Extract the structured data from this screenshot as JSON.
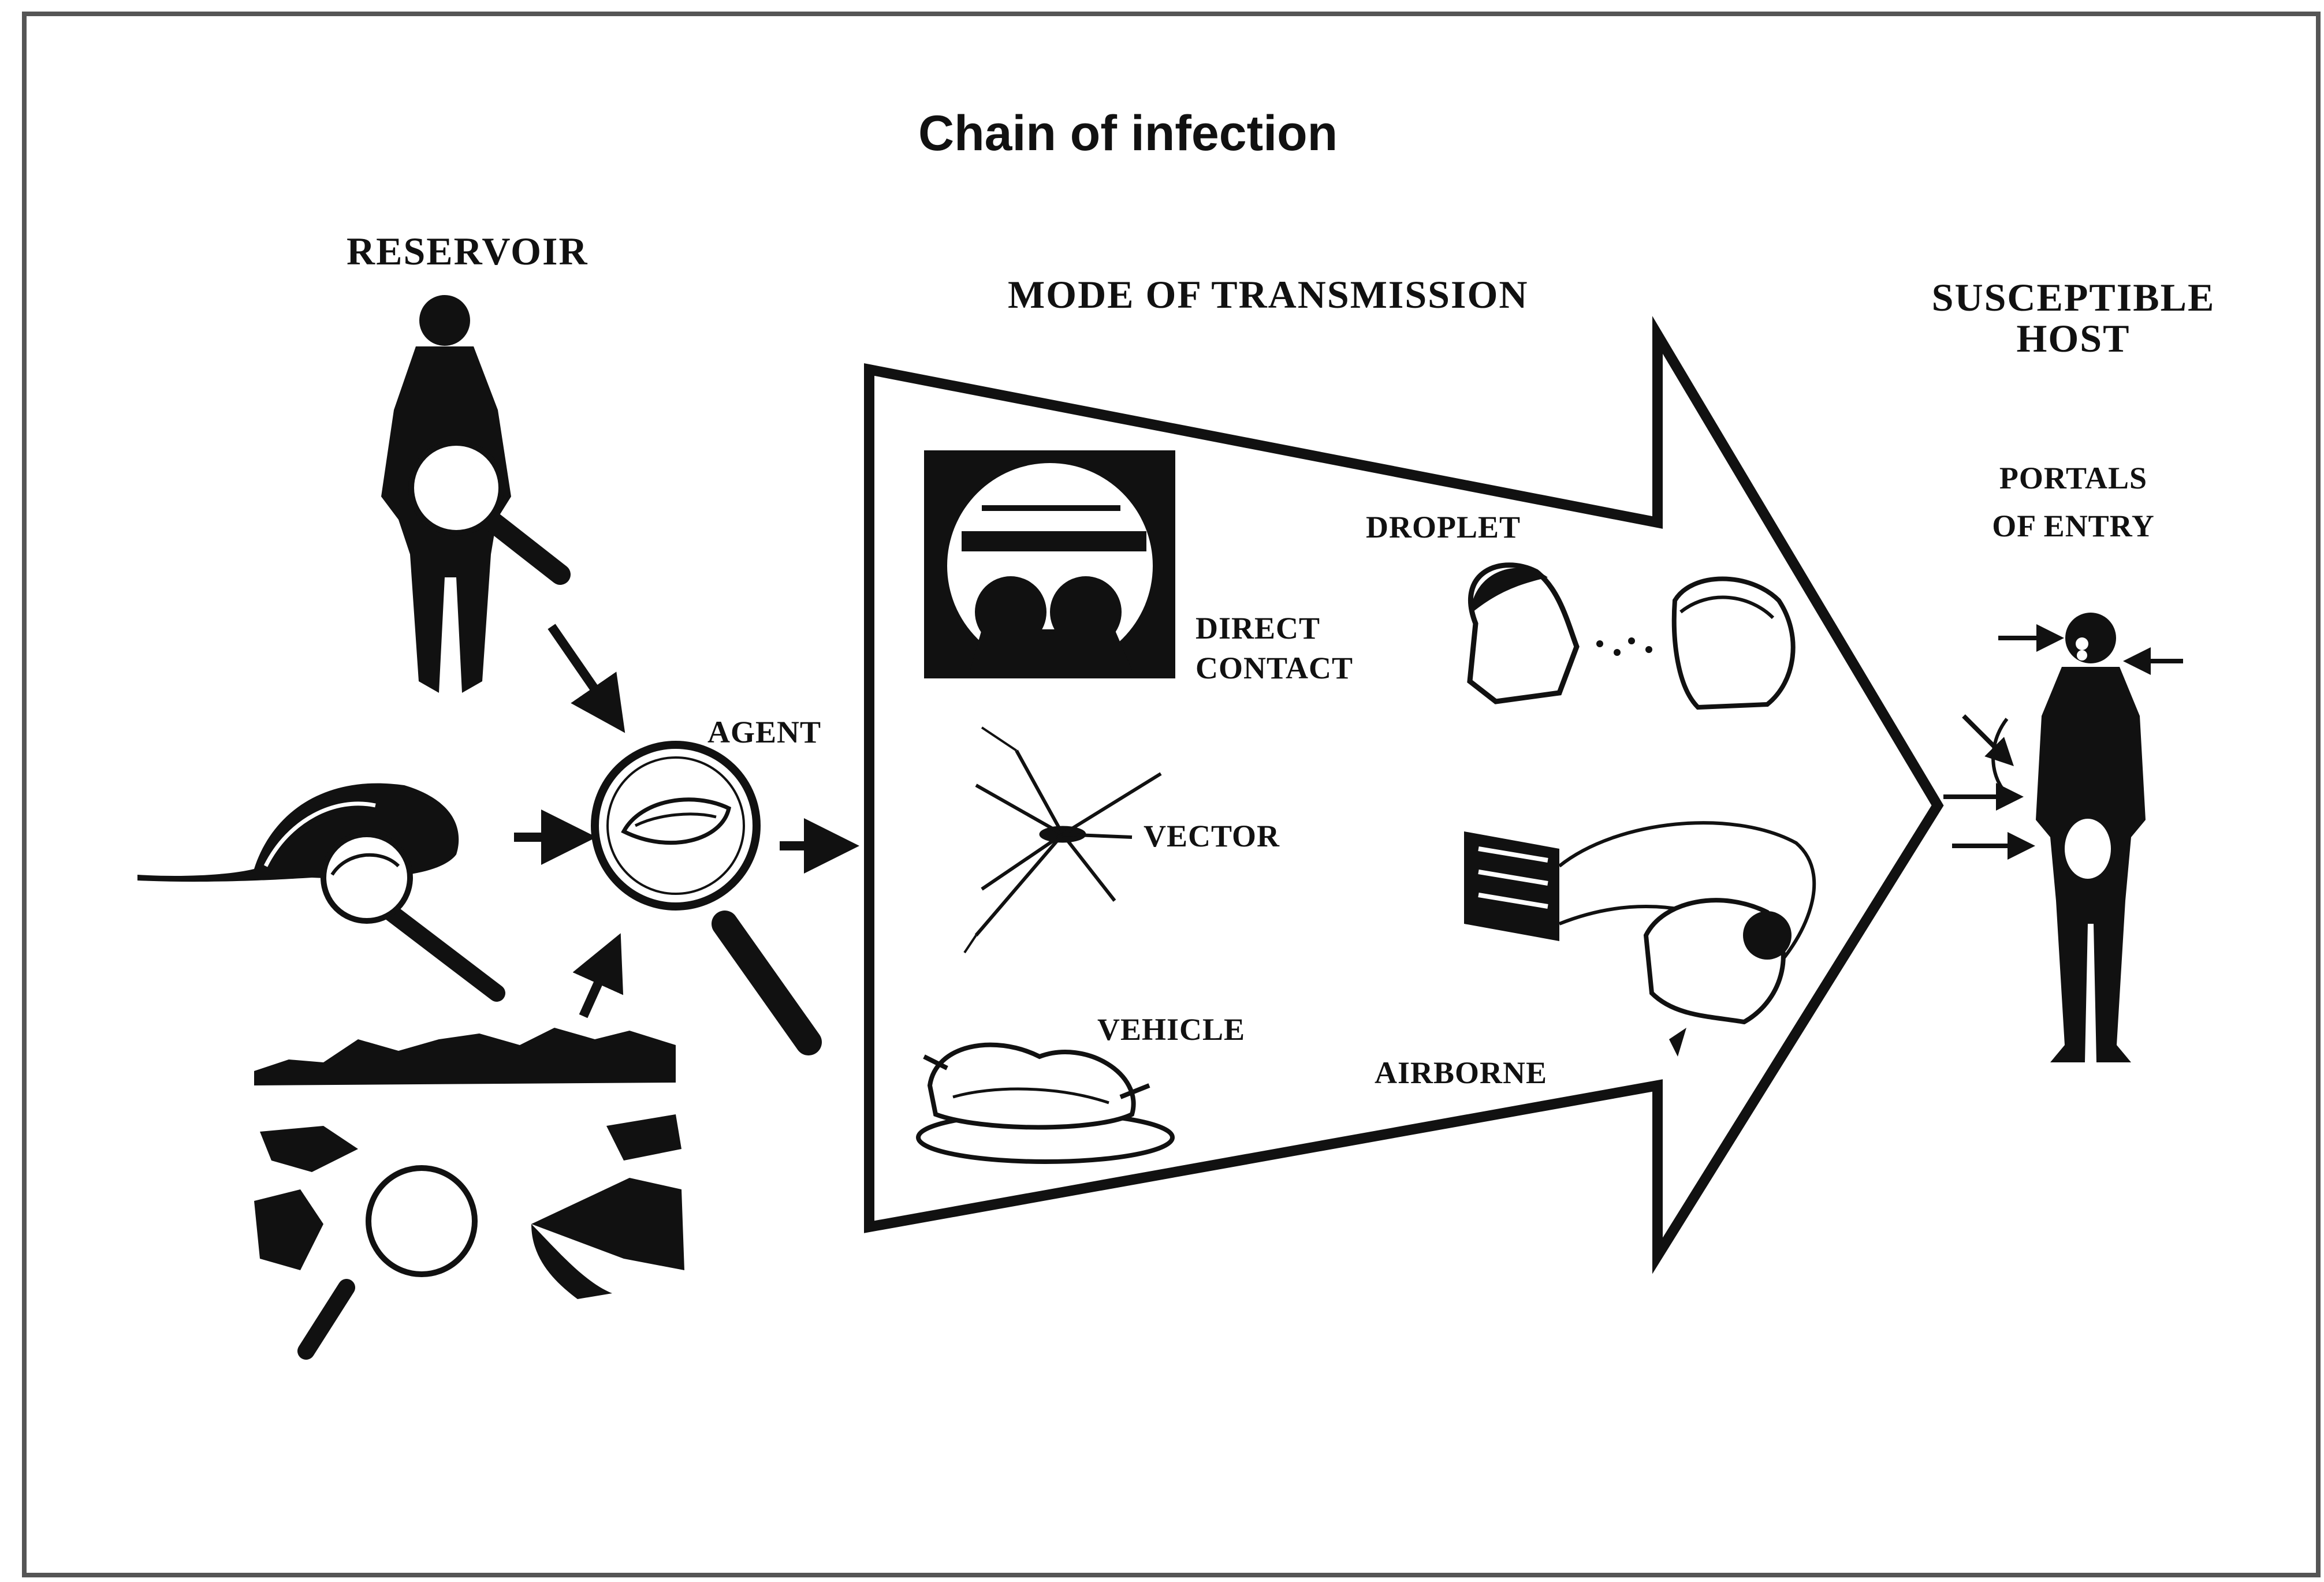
{
  "title": "Chain of infection",
  "labels": {
    "reservoir": "RESERVOIR",
    "agent": "AGENT",
    "mode_of_transmission": "MODE OF TRANSMISSION",
    "susceptible_host_line1": "SUSCEPTIBLE",
    "susceptible_host_line2": "HOST",
    "portals_line1": "PORTALS",
    "portals_line2": "OF ENTRY",
    "direct_line1": "DIRECT",
    "direct_line2": "CONTACT",
    "droplet": "DROPLET",
    "vector": "VECTOR",
    "vehicle": "VEHICLE",
    "airborne": "AIRBORNE"
  },
  "colors": {
    "ink": "#111111",
    "paper": "#ffffff",
    "frame": "#555555"
  },
  "icons": [
    "person-silhouette-icon",
    "magnifier-icon",
    "rodent-icon",
    "landscape-icon",
    "kissing-couple-icon",
    "droplet-heads-icon",
    "mosquito-icon",
    "roast-chicken-icon",
    "airborne-head-icon",
    "host-silhouette-icon",
    "arrow-icon"
  ]
}
